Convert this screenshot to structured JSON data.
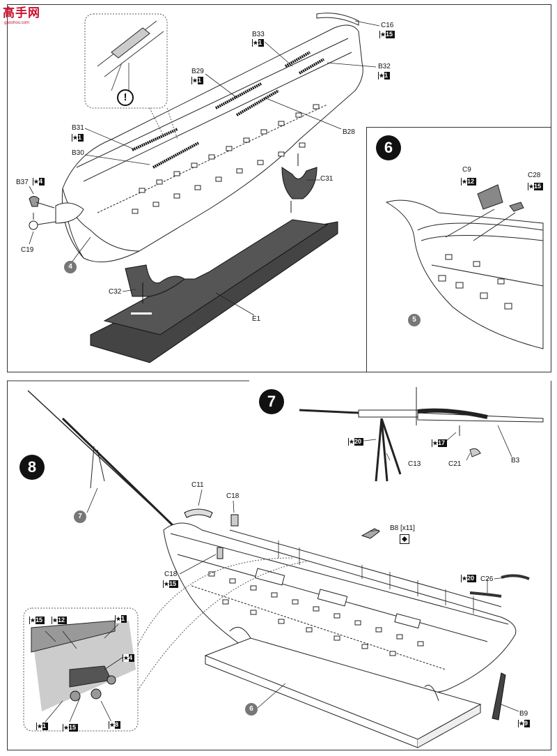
{
  "logo": {
    "main": "高手网",
    "sub": "gaoshou.com"
  },
  "steps": {
    "s6": "6",
    "s7": "7",
    "s8": "8"
  },
  "refs": {
    "r4": "4",
    "r5": "5",
    "r6": "6",
    "r7": "7"
  },
  "warning": {
    "symbol": "!"
  },
  "labels": {
    "c16": "C16",
    "b33": "B33",
    "b32": "B32",
    "b29": "B29",
    "b28": "B28",
    "b31": "B31",
    "b30": "B30",
    "b37": "B37",
    "c19": "C19",
    "c31": "C31",
    "c32": "C32",
    "e1": "E1",
    "c9": "C9",
    "c28": "C28",
    "c13": "C13",
    "c21": "C21",
    "b3": "B3",
    "c11": "C11",
    "c18a": "C18",
    "c18b": "C18",
    "b8": "B8 [x11]",
    "c26": "C26",
    "b9": "B9"
  },
  "badges": {
    "c16": "15",
    "b33": "1",
    "b32": "1",
    "b29": "1",
    "b31": "1",
    "b37": "4",
    "c9": "12",
    "c28": "15",
    "c13": "20",
    "c21": "17",
    "c18b": "15",
    "c26": "20",
    "b9": "9",
    "inset1": "15",
    "inset2": "12",
    "inset3": "1",
    "inset4": "4",
    "inset5": "1",
    "inset6": "15",
    "inset7": "8"
  },
  "icons": [
    "warning-icon",
    "glue-icon",
    "paint-icon"
  ]
}
